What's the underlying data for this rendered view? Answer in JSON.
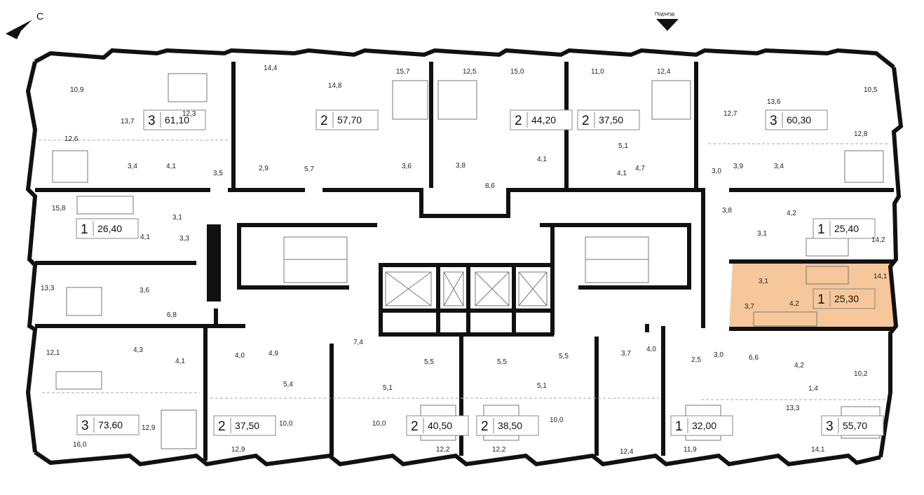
{
  "compass_letter": "С",
  "entrance_label": "Подъезд",
  "highlight_color": "#f5c79a",
  "apartments": [
    {
      "id": "a1",
      "rooms": "3",
      "area": "61,10"
    },
    {
      "id": "a2",
      "rooms": "2",
      "area": "57,70"
    },
    {
      "id": "a3",
      "rooms": "2",
      "area": "44,20"
    },
    {
      "id": "a4",
      "rooms": "2",
      "area": "37,50"
    },
    {
      "id": "a5",
      "rooms": "3",
      "area": "60,30"
    },
    {
      "id": "a6",
      "rooms": "1",
      "area": "26,40"
    },
    {
      "id": "a7",
      "rooms": "1",
      "area": "25,40"
    },
    {
      "id": "a8",
      "rooms": "1",
      "area": "25,30",
      "highlighted": true
    },
    {
      "id": "a9",
      "rooms": "3",
      "area": "73,60"
    },
    {
      "id": "a10",
      "rooms": "2",
      "area": "37,50"
    },
    {
      "id": "a11",
      "rooms": "2",
      "area": "40,50"
    },
    {
      "id": "a12",
      "rooms": "2",
      "area": "38,50"
    },
    {
      "id": "a13",
      "rooms": "1",
      "area": "32,00"
    },
    {
      "id": "a14",
      "rooms": "3",
      "area": "55,70"
    }
  ],
  "room_areas": [
    "10,9",
    "13,7",
    "12,3",
    "12,6",
    "3,4",
    "4,1",
    "3,5",
    "14,4",
    "2,9",
    "5,7",
    "14,8",
    "15,7",
    "12,5",
    "3,6",
    "3,8",
    "8,6",
    "15,0",
    "11,0",
    "4,1",
    "5,1",
    "4,1",
    "12,4",
    "12,7",
    "4,7",
    "3,0",
    "13,6",
    "10,5",
    "12,8",
    "3,9",
    "3,4",
    "15,8",
    "3,1",
    "4,1",
    "3,3",
    "3,8",
    "4,2",
    "14,2",
    "3,1",
    "14,1",
    "3,1",
    "3,7",
    "4,2",
    "13,3",
    "3,6",
    "6,8",
    "12,1",
    "4,3",
    "4,1",
    "4,0",
    "4,9",
    "7,4",
    "5,4",
    "5,5",
    "5,5",
    "5,5",
    "5,1",
    "5,1",
    "3,7",
    "4,0",
    "2,5",
    "3,0",
    "6,6",
    "4,2",
    "10,2",
    "1,4",
    "13,3",
    "12,9",
    "16,0",
    "12,9",
    "10,0",
    "10,0",
    "12,2",
    "12,2",
    "10,0",
    "12,4",
    "11,9",
    "14,1"
  ]
}
